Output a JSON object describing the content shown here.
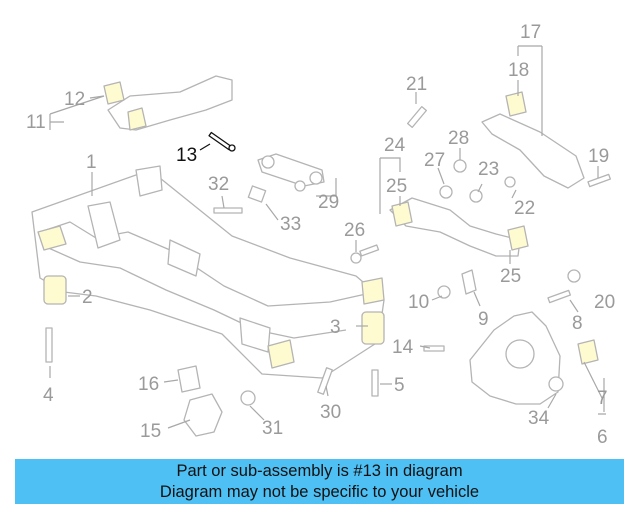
{
  "callouts": {
    "n1": "1",
    "n2": "2",
    "n3": "3",
    "n4": "4",
    "n5": "5",
    "n6": "6",
    "n7": "7",
    "n8": "8",
    "n9": "9",
    "n10": "10",
    "n11": "11",
    "n12": "12",
    "n13": "13",
    "n14": "14",
    "n15": "15",
    "n16": "16",
    "n17": "17",
    "n18": "18",
    "n19": "19",
    "n20": "20",
    "n21": "21",
    "n22": "22",
    "n23": "23",
    "n24": "24",
    "n25a": "25",
    "n25b": "25",
    "n26": "26",
    "n27": "27",
    "n28": "28",
    "n29": "29",
    "n30": "30",
    "n31": "31",
    "n32": "32",
    "n33": "33",
    "n34": "34"
  },
  "highlighted_part": "13",
  "colors": {
    "banner": "#4fc0f4",
    "highlight": "#111111",
    "callout": "#9a9a9a",
    "bushing": "#fffbd0"
  },
  "banner": {
    "line1": "Part or sub-assembly is #13 in diagram",
    "line2": "Diagram may not be specific to your vehicle"
  }
}
